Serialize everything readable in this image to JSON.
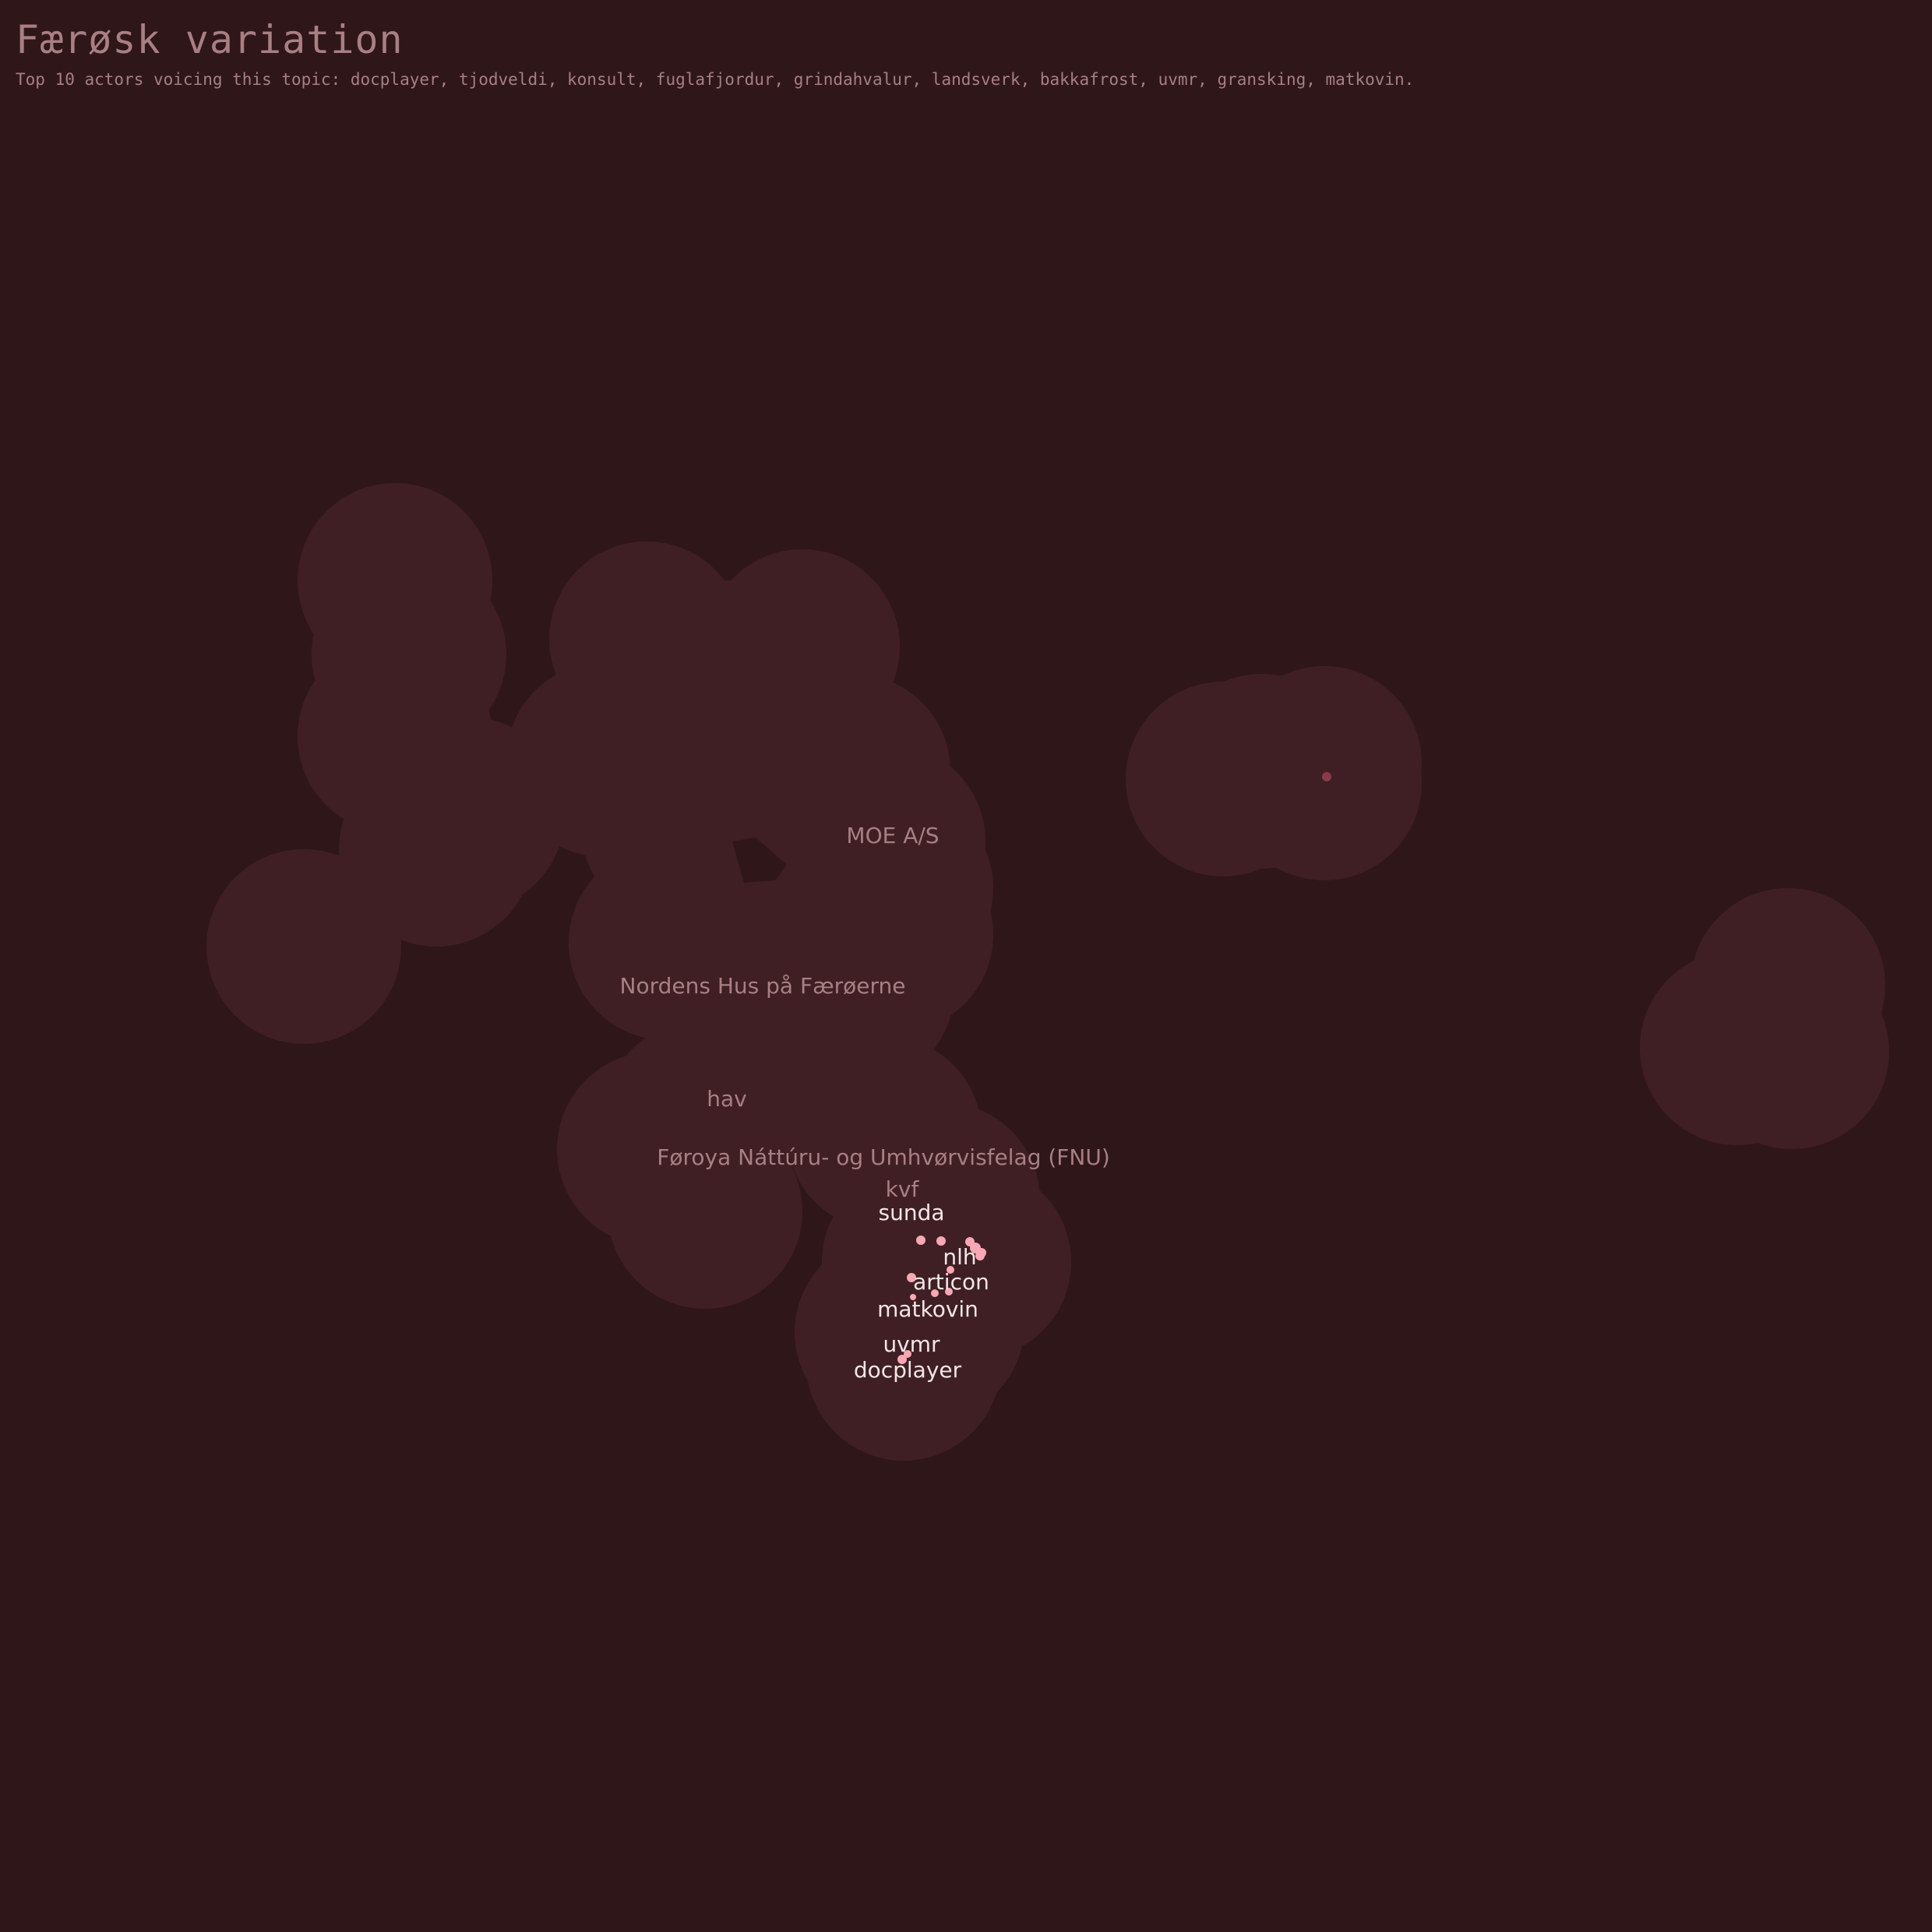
{
  "title": "Færøsk variation",
  "subtitle": "Top 10 actors voicing this topic: docplayer, tjodveldi, konsult, fuglafjordur, grindahvalur, landsverk, bakkafrost, uvmr, gransking, matkovin.",
  "colors": {
    "background": "#2f1619",
    "blob": "#3f1f24",
    "text_muted": "#a87f83",
    "text_bright": "#f3e6e6",
    "dot": "#f7a8b4",
    "dot_dim": "#8a3a48"
  },
  "labels": [
    {
      "text": "MOE A/S",
      "tone": "muted"
    },
    {
      "text": "Nordens Hus på Færøerne",
      "tone": "muted"
    },
    {
      "text": "hav",
      "tone": "muted"
    },
    {
      "text": "Føroya Náttúru- og Umhvørvisfelag (FNU)",
      "tone": "muted"
    },
    {
      "text": "kvf",
      "tone": "muted"
    },
    {
      "text": "sunda",
      "tone": "bright"
    },
    {
      "text": "nlh",
      "tone": "bright"
    },
    {
      "text": "articon",
      "tone": "bright"
    },
    {
      "text": "matkovin",
      "tone": "bright"
    },
    {
      "text": "uvmr",
      "tone": "bright"
    },
    {
      "text": "docplayer",
      "tone": "bright"
    }
  ]
}
